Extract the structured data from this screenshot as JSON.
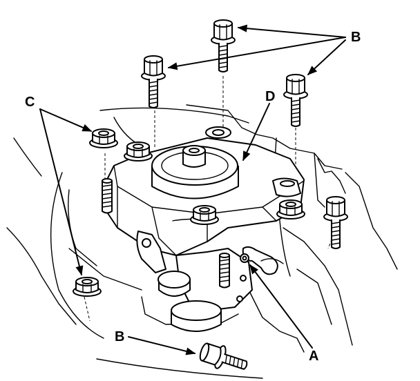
{
  "callouts": {
    "a": "A",
    "b_top": "B",
    "b_bottom": "B",
    "c": "C",
    "d": "D"
  }
}
